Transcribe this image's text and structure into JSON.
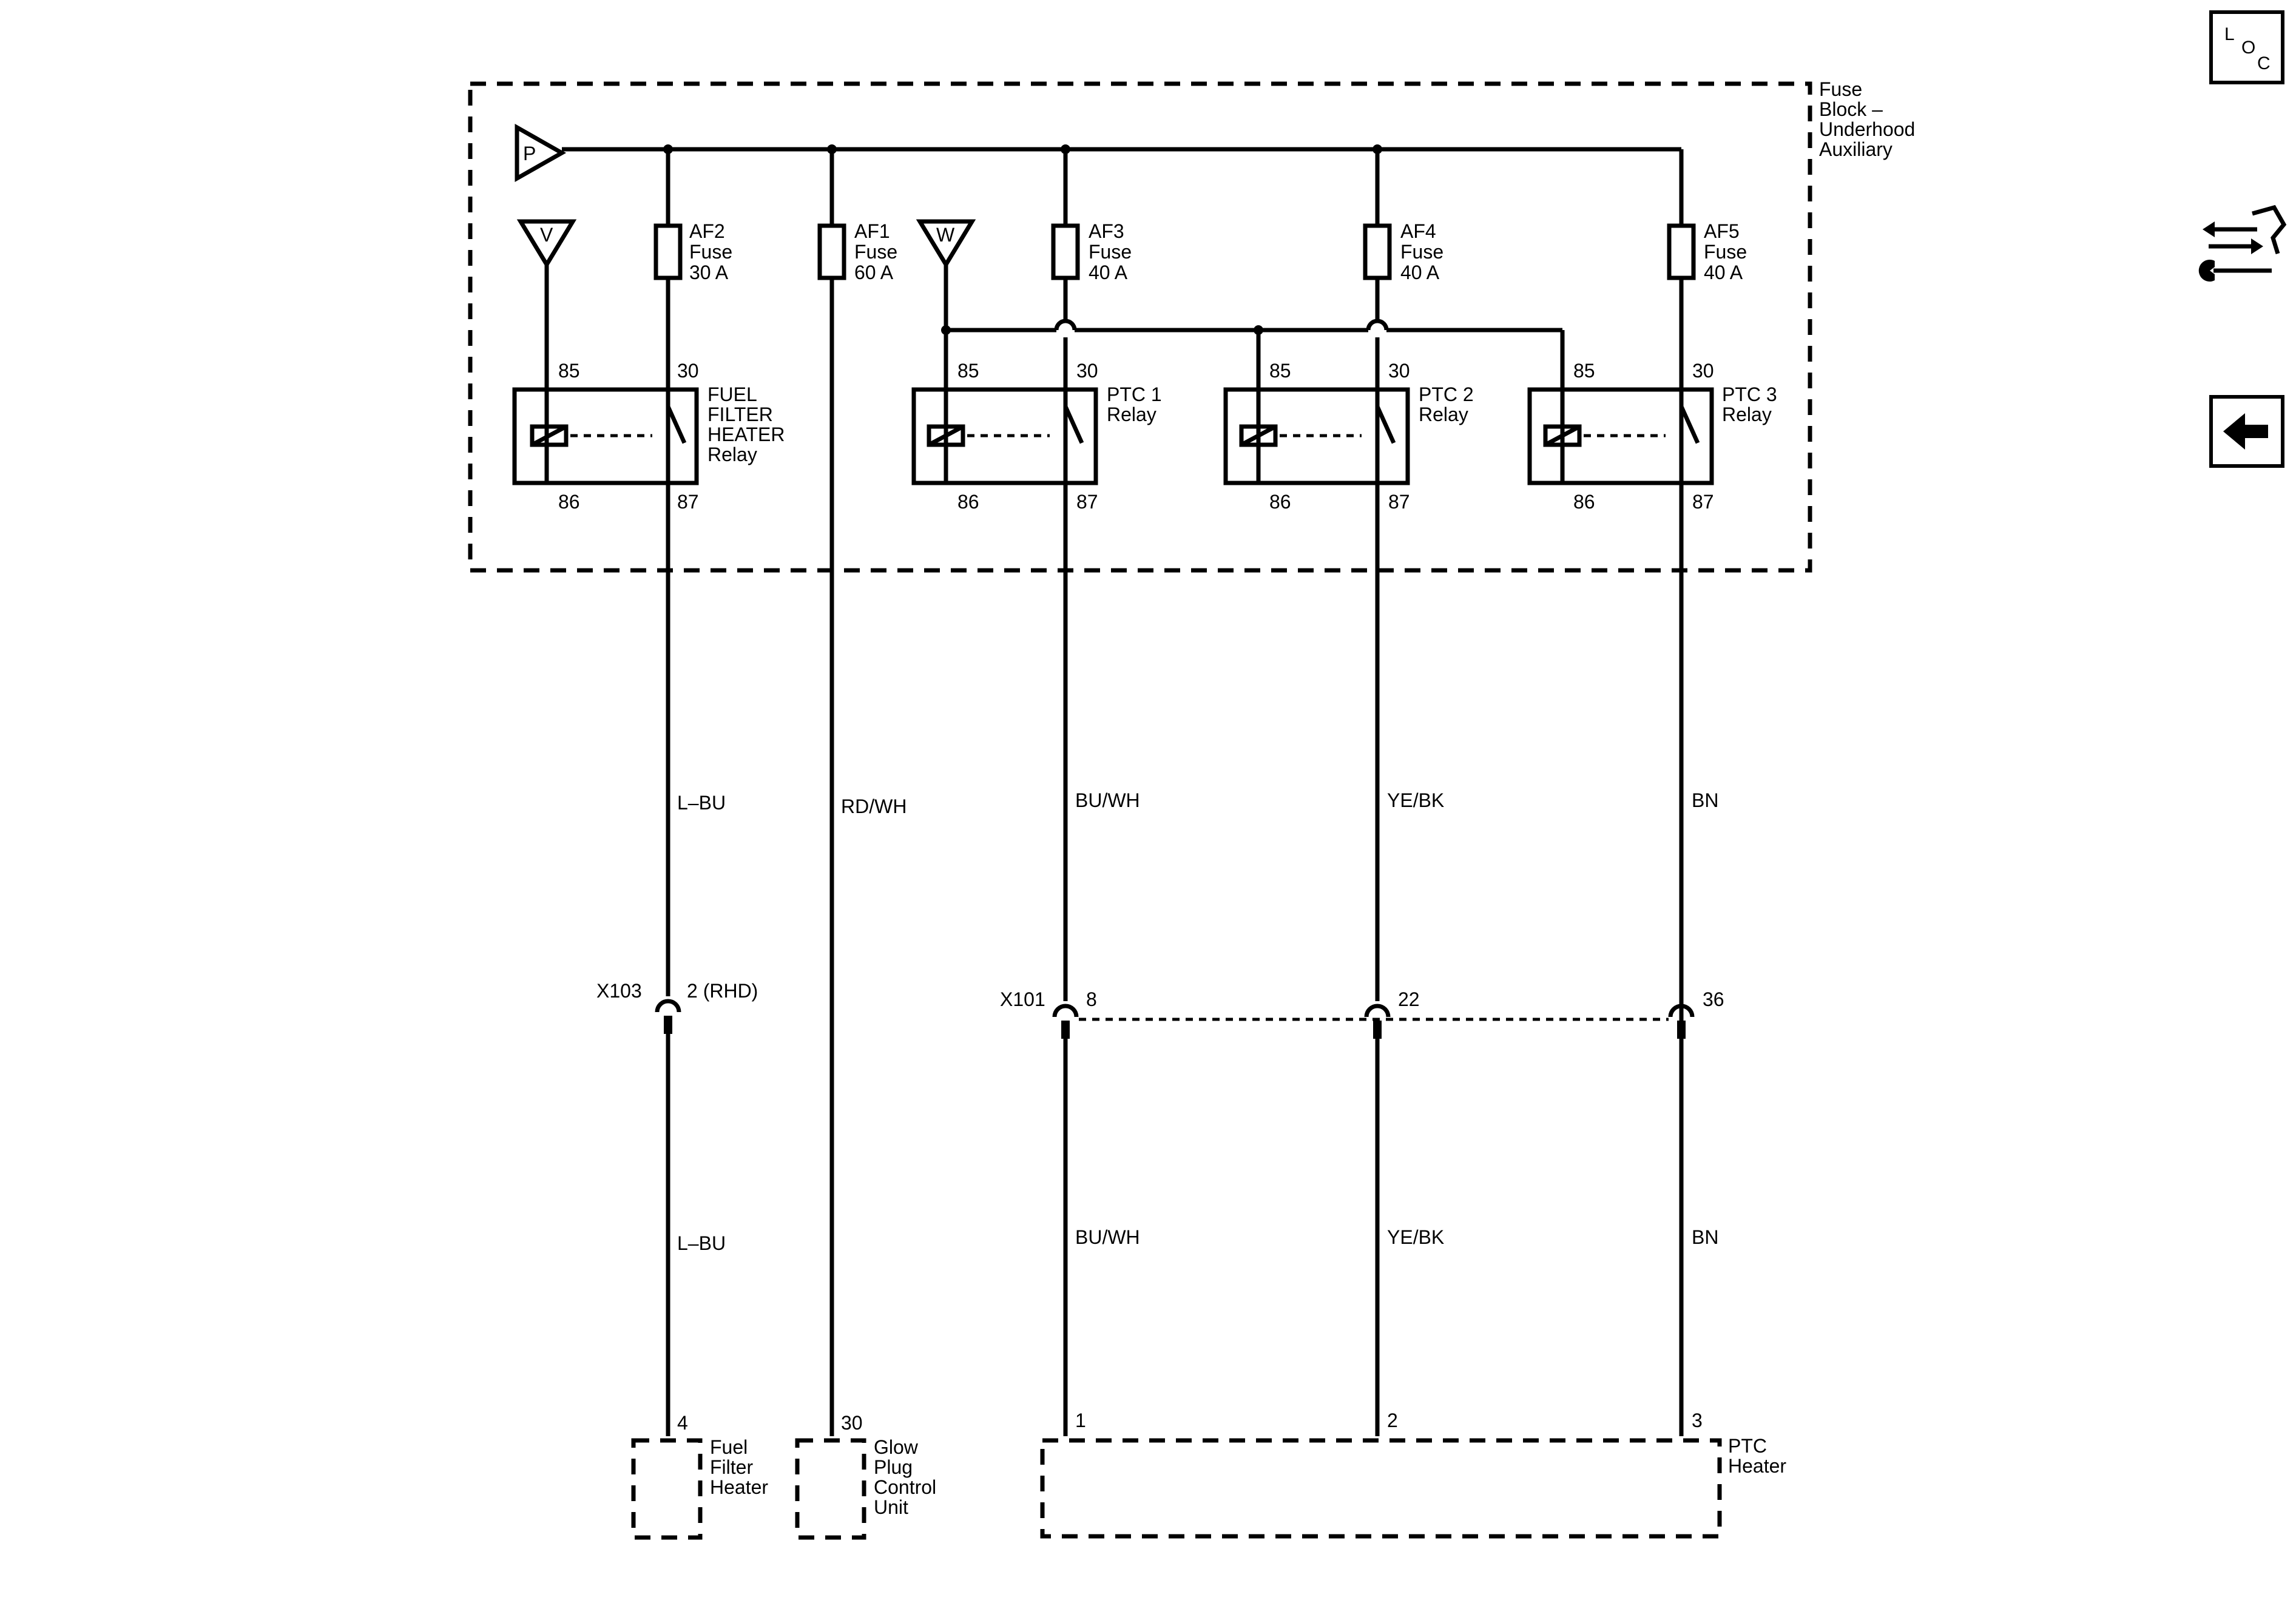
{
  "fuse_block": {
    "title_lines": [
      "Fuse",
      "Block –",
      "Underhood",
      "Auxiliary"
    ]
  },
  "terminals": {
    "P": "P",
    "V": "V",
    "W": "W"
  },
  "fuses": [
    {
      "name": "AF2",
      "type": "Fuse",
      "rating": "30 A"
    },
    {
      "name": "AF1",
      "type": "Fuse",
      "rating": "60 A"
    },
    {
      "name": "AF3",
      "type": "Fuse",
      "rating": "40 A"
    },
    {
      "name": "AF4",
      "type": "Fuse",
      "rating": "40 A"
    },
    {
      "name": "AF5",
      "type": "Fuse",
      "rating": "40 A"
    }
  ],
  "relays": [
    {
      "label_lines": [
        "FUEL",
        "FILTER",
        "HEATER",
        "Relay"
      ],
      "pins": [
        "85",
        "30",
        "86",
        "87"
      ]
    },
    {
      "label_lines": [
        "PTC 1",
        "Relay"
      ],
      "pins": [
        "85",
        "30",
        "86",
        "87"
      ]
    },
    {
      "label_lines": [
        "PTC 2",
        "Relay"
      ],
      "pins": [
        "85",
        "30",
        "86",
        "87"
      ]
    },
    {
      "label_lines": [
        "PTC 3",
        "Relay"
      ],
      "pins": [
        "85",
        "30",
        "86",
        "87"
      ]
    }
  ],
  "wires": {
    "lbu": "L–BU",
    "rdwh": "RD/WH",
    "buwh": "BU/WH",
    "yebk": "YE/BK",
    "bn": "BN"
  },
  "connectors": {
    "x103": {
      "name": "X103",
      "pin": "2 (RHD)"
    },
    "x101": {
      "name": "X101",
      "pins": [
        "8",
        "22",
        "36"
      ]
    }
  },
  "components": [
    {
      "pin": "4",
      "label_lines": [
        "Fuel",
        "Filter",
        "Heater"
      ]
    },
    {
      "pin": "30",
      "label_lines": [
        "Glow",
        "Plug",
        "Control",
        "Unit"
      ]
    },
    {
      "pins": [
        "1",
        "2",
        "3"
      ],
      "label_lines": [
        "PTC",
        "Heater"
      ]
    }
  ],
  "side_nav": {
    "loc": {
      "l": "L",
      "o": "O",
      "c": "C"
    },
    "icons": [
      "loc-icon",
      "service-info-icon",
      "back-arrow-icon"
    ]
  }
}
